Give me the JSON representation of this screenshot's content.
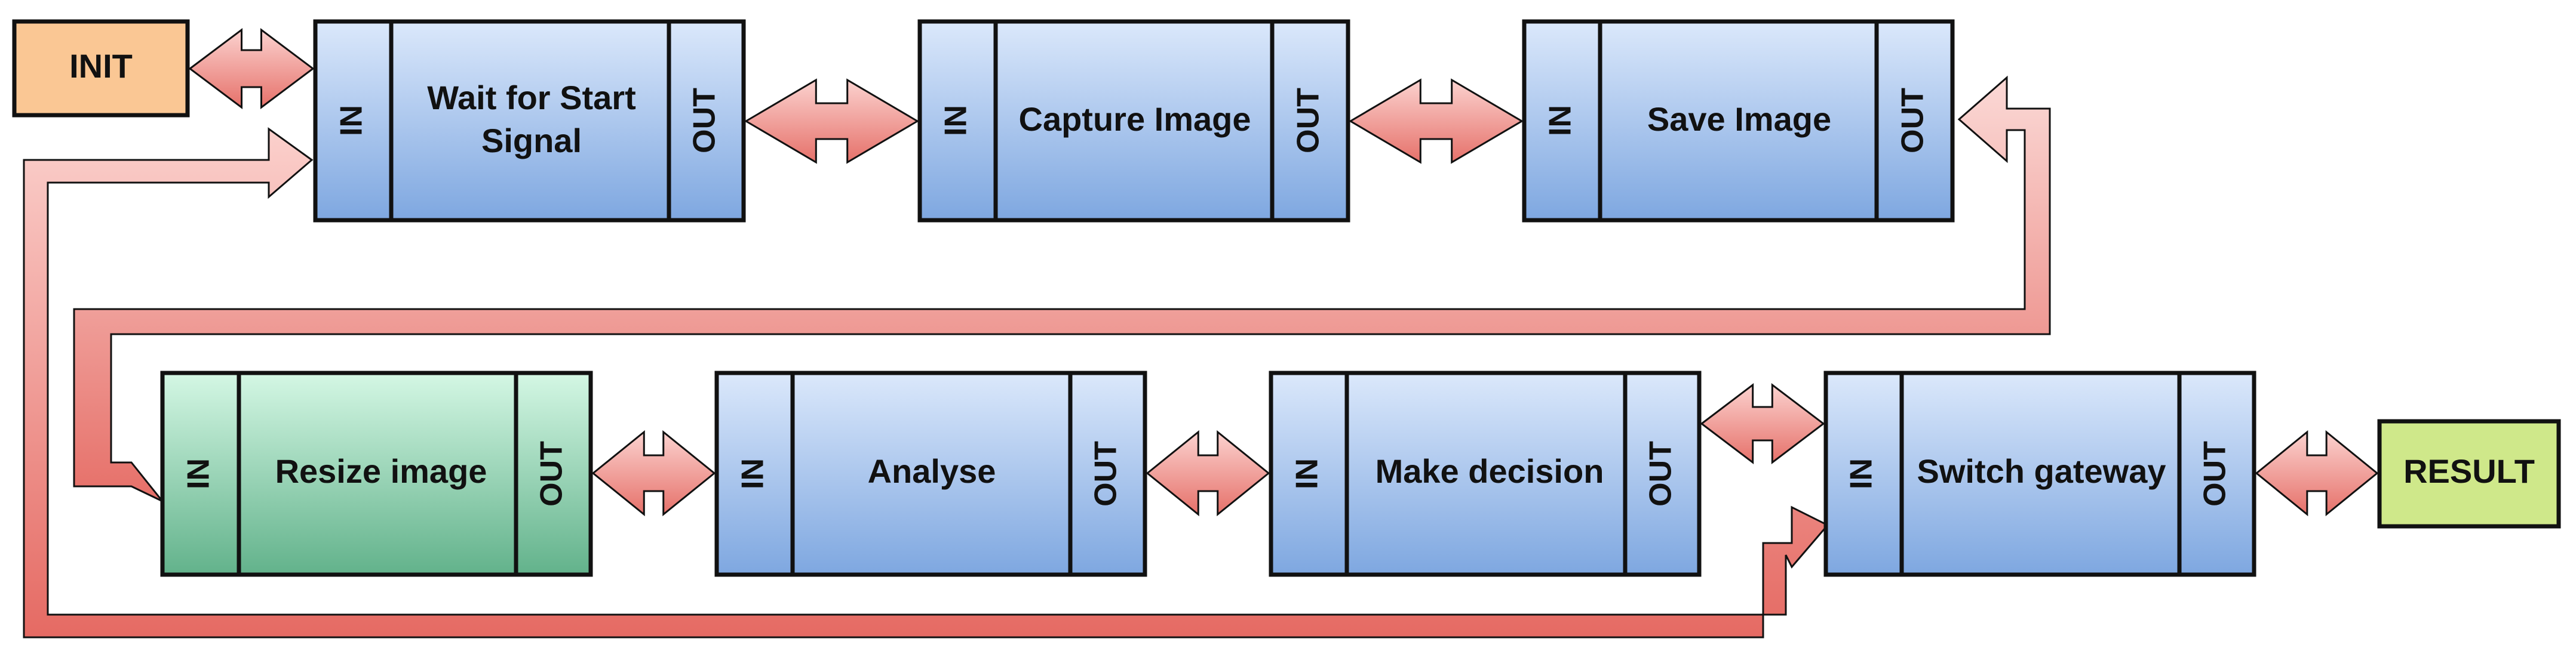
{
  "terminals": {
    "start": {
      "label": "INIT"
    },
    "end": {
      "label": "RESULT"
    }
  },
  "ports": {
    "in": "IN",
    "out": "OUT"
  },
  "stages": [
    {
      "id": "wait",
      "label_lines": [
        "Wait for Start",
        "Signal"
      ]
    },
    {
      "id": "capture",
      "label_lines": [
        "Capture Image"
      ]
    },
    {
      "id": "save",
      "label_lines": [
        "Save Image"
      ]
    },
    {
      "id": "resize",
      "label_lines": [
        "Resize image"
      ]
    },
    {
      "id": "analyse",
      "label_lines": [
        "Analyse"
      ]
    },
    {
      "id": "decide",
      "label_lines": [
        "Make decision"
      ]
    },
    {
      "id": "switch",
      "label_lines": [
        "Switch gateway"
      ]
    }
  ],
  "colors": {
    "block_blue_top": "#dbe8fb",
    "block_blue_bottom": "#7ea7e0",
    "block_green_top": "#d4f7e4",
    "block_green_bottom": "#62b28b",
    "init_fill": "#fac794",
    "result_fill": "#cfe88a",
    "arrow_light": "#fbd2cf",
    "arrow_dark": "#e9736c",
    "outline": "#111111"
  }
}
